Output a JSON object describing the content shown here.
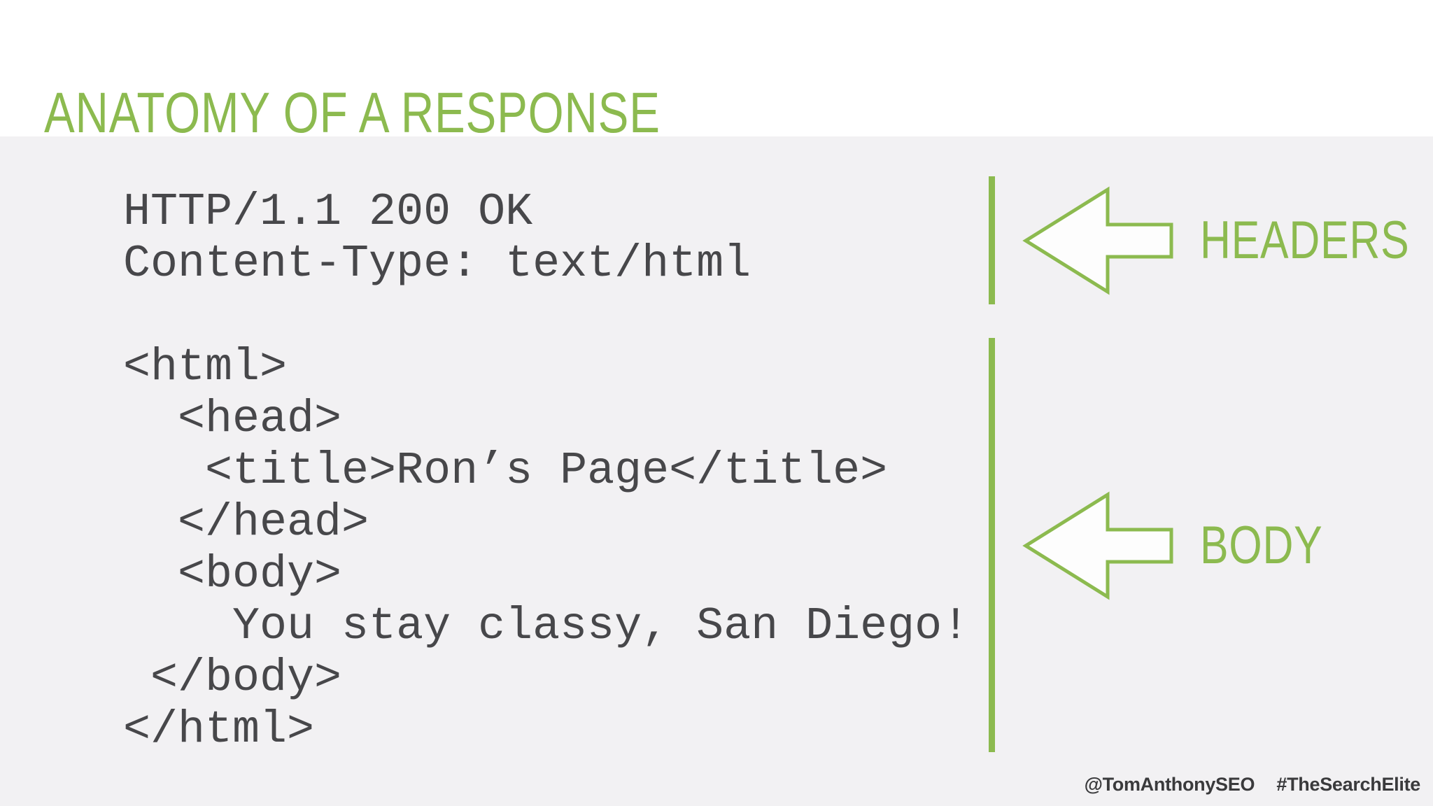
{
  "slide": {
    "title": "ANATOMY OF A RESPONSE",
    "response": {
      "headers": [
        "HTTP/1.1 200 OK",
        "Content-Type: text/html"
      ],
      "body_lines": [
        "<html>",
        "  <head>",
        "   <title>Ron’s Page</title>",
        "  </head>",
        "  <body>",
        "    You stay classy, San Diego!",
        " </body>",
        "</html>"
      ]
    },
    "annotations": [
      {
        "label": "HEADERS",
        "icon": "left-arrow-icon"
      },
      {
        "label": "BODY",
        "icon": "left-arrow-icon"
      }
    ],
    "footer": {
      "handle": "@TomAnthonySEO",
      "hashtag": "#TheSearchElite"
    },
    "colors": {
      "accent_green": "#8CBA4F",
      "code_text": "#47474A",
      "background_gray": "#F2F1F3",
      "background_white": "#FFFFFF",
      "footer_text": "#3A3A3C"
    }
  }
}
